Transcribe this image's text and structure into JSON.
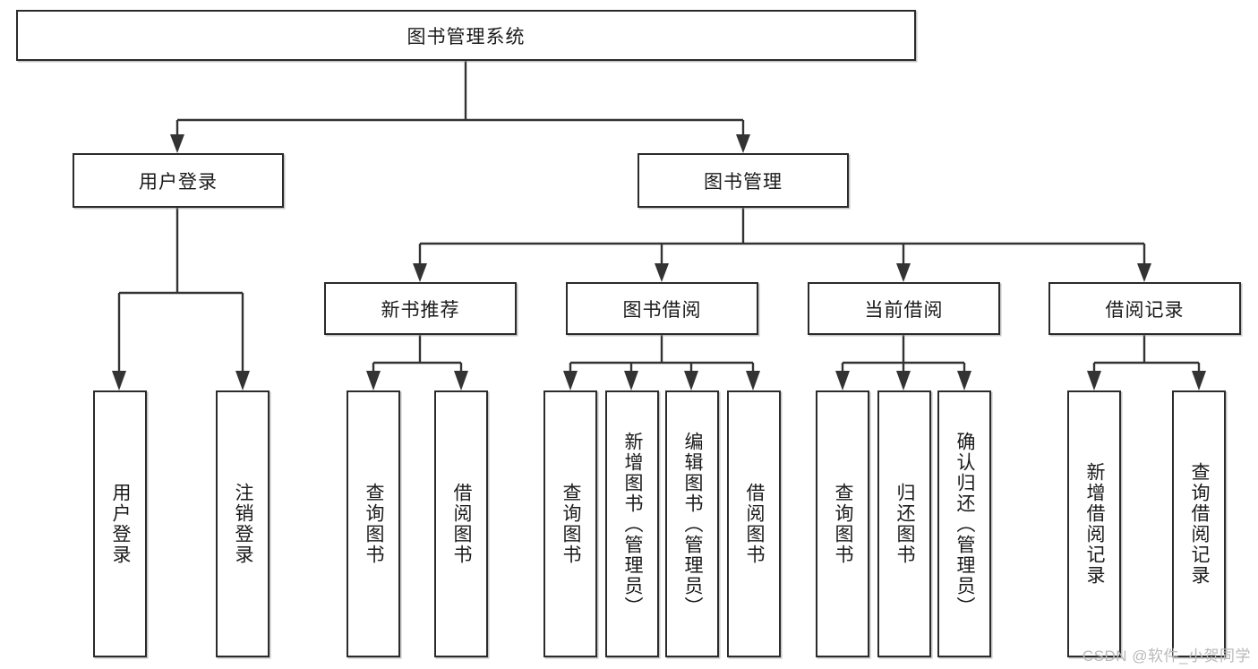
{
  "diagram": {
    "title": "图书管理系统",
    "type": "function-structure-tree",
    "watermark": "CSDN @软件_小贺同学",
    "colors": {
      "box_border": "#2b2b2b",
      "connector": "#333333",
      "background": "#ffffff",
      "text": "#1a1a1a",
      "watermark": "#b9b9b9"
    }
  },
  "root": {
    "label": "图书管理系统"
  },
  "level2": [
    {
      "label": "用户登录"
    },
    {
      "label": "图书管理"
    }
  ],
  "level3": [
    {
      "label": "新书推荐"
    },
    {
      "label": "图书借阅"
    },
    {
      "label": "当前借阅"
    },
    {
      "label": "借阅记录"
    }
  ],
  "leaves": {
    "user_login": [
      {
        "label": "用户登录"
      },
      {
        "label": "注销登录"
      }
    ],
    "new_book": [
      {
        "label": "查询图书"
      },
      {
        "label": "借阅图书"
      }
    ],
    "book_borrow": [
      {
        "label": "查询图书"
      },
      {
        "label": "新增图书（管理员）"
      },
      {
        "label": "编辑图书（管理员）"
      },
      {
        "label": "借阅图书"
      }
    ],
    "current_borrow": [
      {
        "label": "查询图书"
      },
      {
        "label": "归还图书"
      },
      {
        "label": "确认归还（管理员）"
      }
    ],
    "borrow_record": [
      {
        "label": "新增借阅记录"
      },
      {
        "label": "查询借阅记录"
      }
    ]
  }
}
